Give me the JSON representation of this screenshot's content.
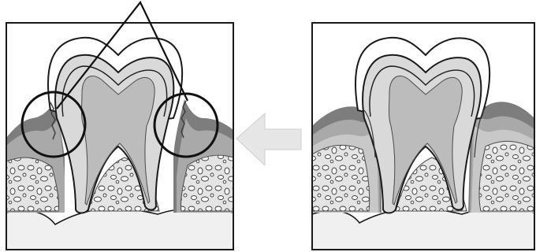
{
  "diagram": {
    "left_panel": {
      "callout": "pointer-lines-to-gum-recession",
      "highlights": [
        "left-gum-circle",
        "right-gum-circle"
      ],
      "state": "receded-gums-bone-loss"
    },
    "arrow": {
      "direction": "left",
      "color": "#e6e6e6"
    },
    "right_panel": {
      "state": "healthy-gums"
    },
    "colors": {
      "outline": "#1a1a1a",
      "enamel": "#ffffff",
      "dentin": "#d9d9d9",
      "pulp": "#bcbcbc",
      "gum_dark": "#7d7d7d",
      "gum_mid": "#a9a9a9",
      "gum_light": "#c8c8c8",
      "bone": "#e4e4e4",
      "base": "#f0f0f0"
    }
  }
}
